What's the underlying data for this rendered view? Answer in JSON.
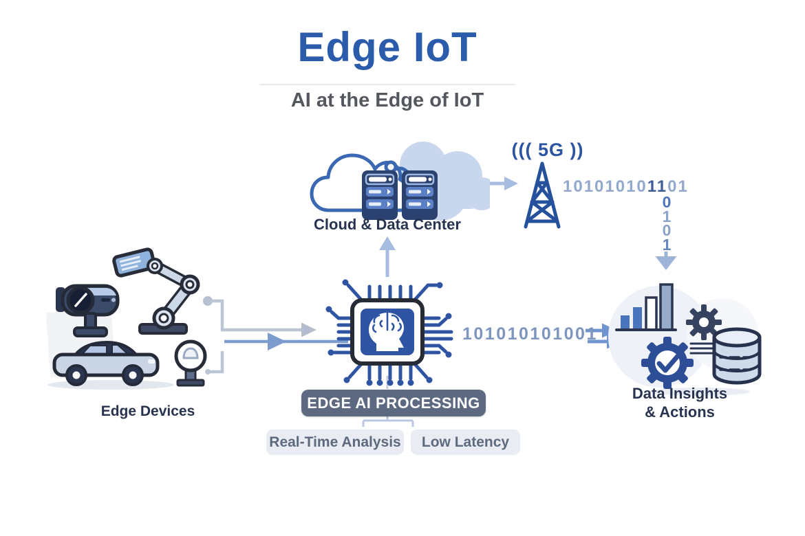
{
  "header": {
    "title": "Edge IoT",
    "subtitle": "AI at the Edge of IoT"
  },
  "cloud": {
    "label": "Cloud & Data Center"
  },
  "tower": {
    "waves_label": "((( 5G ))"
  },
  "edge_devices": {
    "label": "Edge Devices"
  },
  "chip": {
    "banner": "EDGE AI PROCESSING"
  },
  "badges": {
    "real_time": "Real-Time Analysis",
    "low_latency": "Low Latency"
  },
  "insights": {
    "label_line1": "Data Insights",
    "label_line2": "& Actions"
  },
  "binary": {
    "tower_stream": {
      "head": "10101010",
      "mid": "11",
      "tail": "01"
    },
    "vertical": [
      "0",
      "1",
      "0",
      "1"
    ],
    "chip_stream": "101010101001"
  },
  "icons": [
    "cloud-icon",
    "server-rack-icon",
    "5g-tower-icon",
    "security-camera-icon",
    "robot-arm-icon",
    "car-icon",
    "iot-sensor-icon",
    "ai-chip-icon",
    "brain-icon",
    "bar-chart-icon",
    "gear-icon",
    "check-gear-icon",
    "database-icon"
  ],
  "colors": {
    "title_blue": "#2b5cac",
    "subtitle_gray": "#54585e",
    "dark_navy": "#27334f",
    "icon_blue": "#2e54a3",
    "light_arrow": "#a6bce0",
    "gray_connector": "#bcc5d4",
    "mid_arrow": "#6f94cf",
    "binary_light": "#93a9cc",
    "banner_bg": "#5c6980",
    "pill_bg": "#e9edf3",
    "pill_text": "#5d6a7e"
  }
}
